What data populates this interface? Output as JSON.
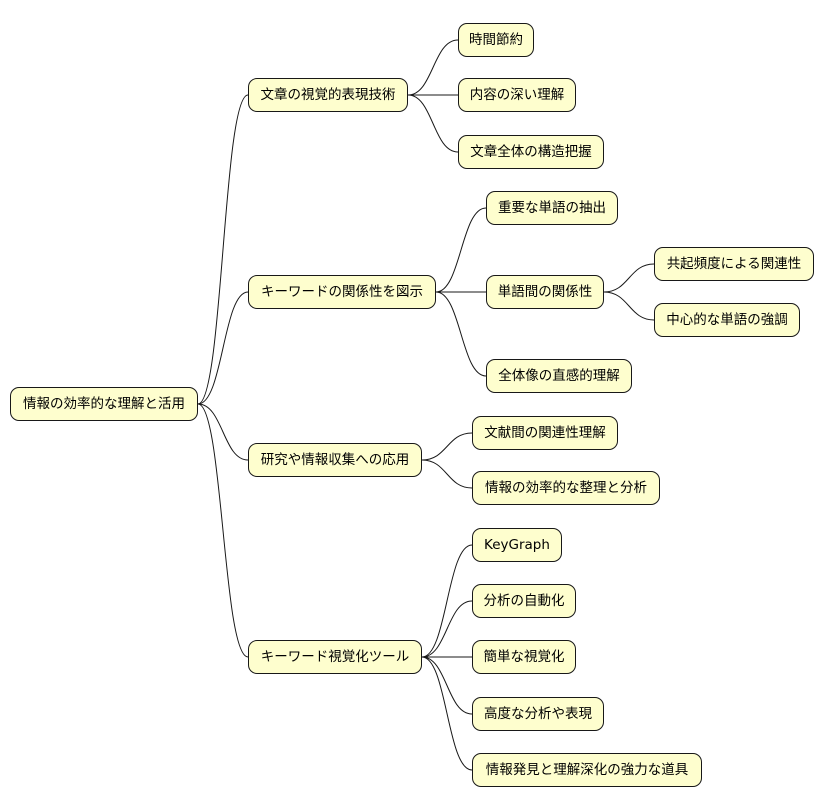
{
  "colors": {
    "node_fill": "#fefece",
    "node_border": "#181818",
    "edge": "#181818",
    "background": "#ffffff"
  },
  "mindmap": {
    "root": {
      "label": "情報の効率的な理解と活用"
    },
    "branches": [
      {
        "label": "文章の視覚的表現技術",
        "children": [
          {
            "label": "時間節約"
          },
          {
            "label": "内容の深い理解"
          },
          {
            "label": "文章全体の構造把握"
          }
        ]
      },
      {
        "label": "キーワードの関係性を図示",
        "children": [
          {
            "label": "重要な単語の抽出"
          },
          {
            "label": "単語間の関係性",
            "children": [
              {
                "label": "共起頻度による関連性"
              },
              {
                "label": "中心的な単語の強調"
              }
            ]
          },
          {
            "label": "全体像の直感的理解"
          }
        ]
      },
      {
        "label": "研究や情報収集への応用",
        "children": [
          {
            "label": "文献間の関連性理解"
          },
          {
            "label": "情報の効率的な整理と分析"
          }
        ]
      },
      {
        "label": "キーワード視覚化ツール",
        "children": [
          {
            "label": "KeyGraph"
          },
          {
            "label": "分析の自動化"
          },
          {
            "label": "簡単な視覚化"
          },
          {
            "label": "高度な分析や表現"
          },
          {
            "label": "情報発見と理解深化の強力な道具"
          }
        ]
      }
    ]
  }
}
